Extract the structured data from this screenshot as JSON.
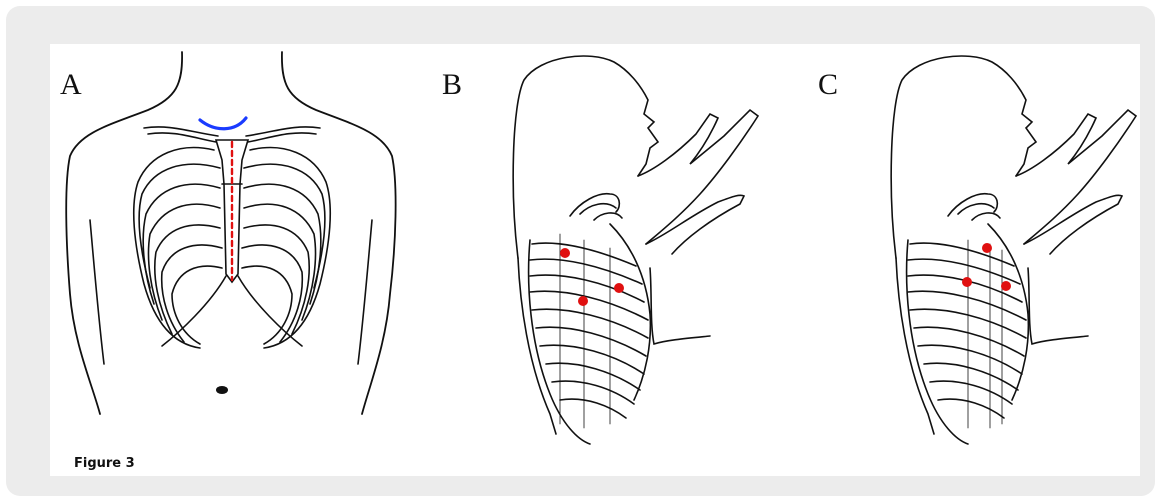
{
  "figure": {
    "panels": [
      {
        "letter": "A",
        "view": "anterior-thorax"
      },
      {
        "letter": "B",
        "view": "lateral-thorax-arm-raised"
      },
      {
        "letter": "C",
        "view": "lateral-thorax-arm-raised"
      }
    ],
    "caption": "Figure 3",
    "colors": {
      "outline": "#111111",
      "marker": "#e01010",
      "suprasternal_mark": "#1a3bff",
      "midline": "#e01010",
      "frame": "#ececec"
    }
  }
}
